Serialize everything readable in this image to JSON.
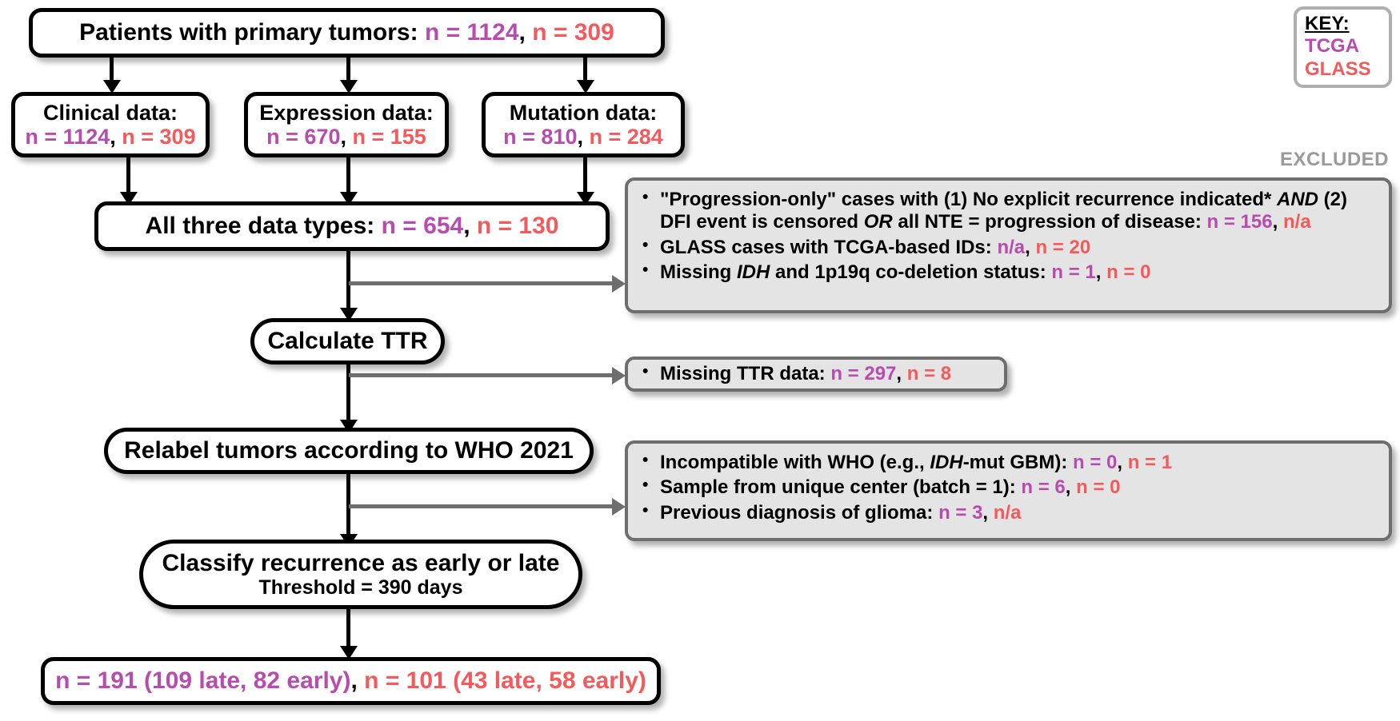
{
  "figure": {
    "type": "flowchart",
    "excluded_label": "EXCLUDED"
  },
  "key": {
    "title": "KEY:",
    "tcga_label": "TCGA",
    "glass_label": "GLASS",
    "tcga_color": "#B74CAF",
    "glass_color": "#F4595C"
  },
  "nodes": {
    "primary": {
      "label": "Patients with primary tumors:",
      "tcga": "n = 1124",
      "sep": ",",
      "glass": "n = 309"
    },
    "clinical": {
      "label": "Clinical data:",
      "tcga": "n = 1124",
      "sep": ",",
      "glass": "n = 309"
    },
    "expression": {
      "label": "Expression data:",
      "tcga": "n = 670",
      "sep": ",",
      "glass": "n = 155"
    },
    "mutation": {
      "label": "Mutation data:",
      "tcga": "n = 810",
      "sep": ",",
      "glass": "n = 284"
    },
    "all_three": {
      "label": "All three data types:",
      "tcga": "n = 654",
      "sep": ",",
      "glass": "n = 130"
    },
    "calc_ttr": {
      "label": "Calculate TTR"
    },
    "relabel": {
      "label": "Relabel tumors according to WHO 2021"
    },
    "classify": {
      "label": "Classify recurrence as early or late",
      "sublabel": "Threshold = 390 days"
    },
    "final": {
      "tcga": "n = 191 (109 late, 82 early)",
      "sep": ",",
      "glass": "n = 101 (43 late, 58 early)"
    }
  },
  "excluded_panels": [
    {
      "id": "panel-1",
      "items": [
        {
          "text_a": "\"Progression-only\" cases with (1) No explicit recurrence indicated* ",
          "ital_a": "AND",
          "text_b": " (2) DFI event is censored ",
          "ital_b": "OR",
          "text_c": " all NTE = progression of disease: ",
          "tcga": "n = 156",
          "sep": ",",
          "glass": "n/a"
        },
        {
          "text_a": "GLASS cases with TCGA-based IDs: ",
          "tcga": "n/a",
          "sep": ",",
          "glass": "n = 20"
        },
        {
          "text_a": "Missing ",
          "ital_a": "IDH",
          "text_b": " and 1p19q co-deletion status: ",
          "tcga": "n = 1",
          "sep": ",",
          "glass": "n = 0"
        }
      ]
    },
    {
      "id": "panel-2",
      "items": [
        {
          "text_a": "Missing TTR data: ",
          "tcga": "n = 297",
          "sep": ",",
          "glass": "n = 8"
        }
      ]
    },
    {
      "id": "panel-3",
      "items": [
        {
          "text_a": "Incompatible with WHO (e.g., ",
          "ital_a": "IDH",
          "text_b": "-mut GBM): ",
          "tcga": "n = 0",
          "sep": ",",
          "glass": "n = 1"
        },
        {
          "text_a": "Sample from unique center (batch = 1): ",
          "tcga": "n = 6",
          "sep": ",",
          "glass": "n = 0"
        },
        {
          "text_a": "Previous diagnosis of glioma: ",
          "tcga": "n = 3",
          "sep": ",",
          "glass": "n/a"
        }
      ]
    }
  ]
}
